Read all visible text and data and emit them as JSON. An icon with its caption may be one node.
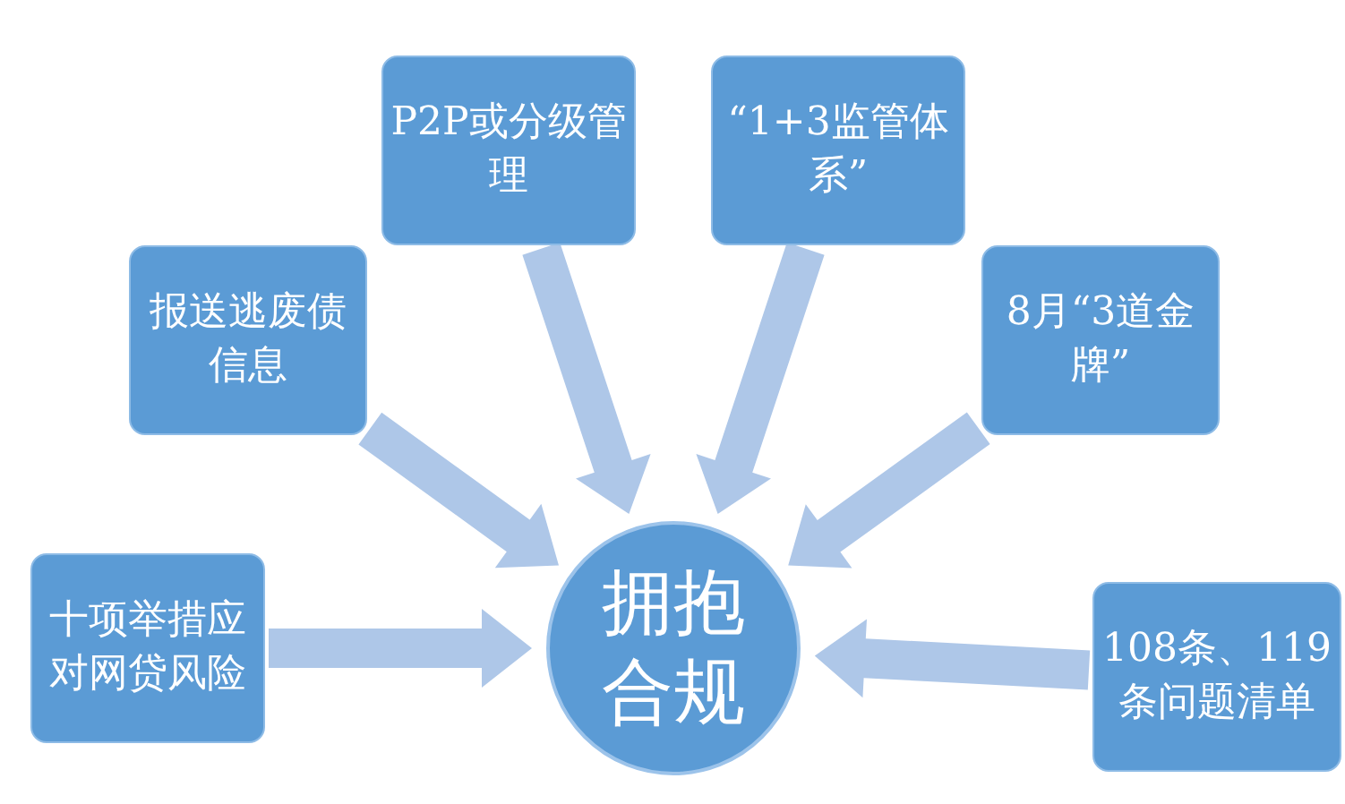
{
  "diagram": {
    "nodes": [
      {
        "text": [
          "P2P或分级管理"
        ]
      },
      {
        "text": [
          "“1+3监管体系”"
        ]
      },
      {
        "text": [
          "报送逃废债信息"
        ]
      },
      {
        "text": [
          "8月“3道金牌”"
        ]
      },
      {
        "text": [
          "十项举措应对网贷风险"
        ]
      },
      {
        "text": [
          "拥抱合规"
        ]
      },
      {
        "text": [
          "108条、119条问题清单"
        ]
      }
    ],
    "edges": [
      {
        "from": 4,
        "to": 5,
        "arrow": "to"
      },
      {
        "from": 2,
        "to": 5,
        "arrow": "to"
      },
      {
        "from": 0,
        "to": 5,
        "arrow": "to"
      },
      {
        "from": 1,
        "to": 5,
        "arrow": "to"
      },
      {
        "from": 3,
        "to": 5,
        "arrow": "to"
      },
      {
        "from": 6,
        "to": 5,
        "arrow": "to"
      }
    ]
  }
}
